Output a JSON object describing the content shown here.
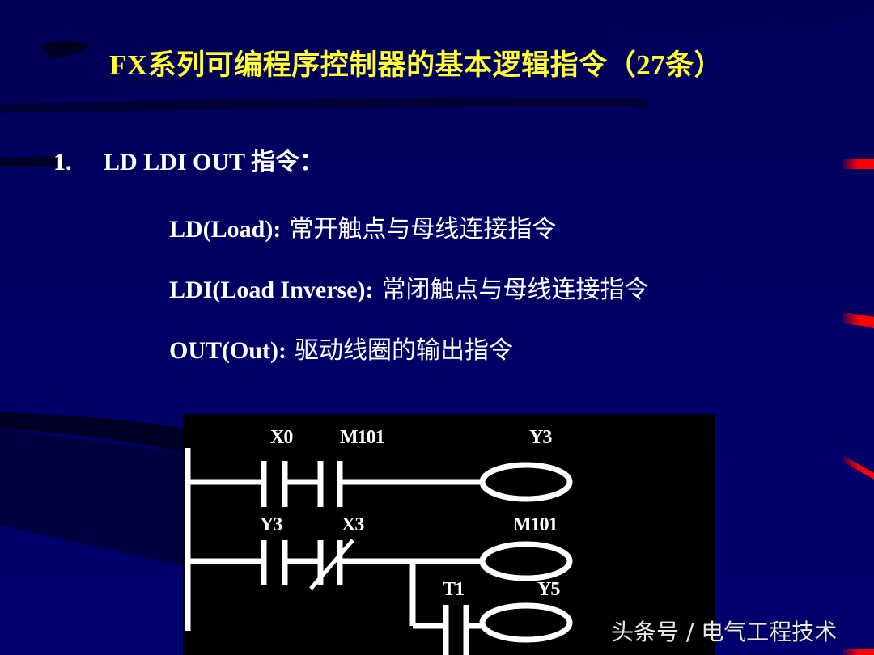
{
  "slide": {
    "title": "FX系列可编程序控制器的基本逻辑指令（27条）",
    "colors": {
      "background": "#000066",
      "title": "#ffff33",
      "text": "#ffffff",
      "accent_red": "#ff0000",
      "diagram_bg": "#000000"
    }
  },
  "section": {
    "number": "1.",
    "heading": "LD  LDI  OUT 指令："
  },
  "definitions": [
    {
      "term": "LD(Load):",
      "desc": "常开触点与母线连接指令"
    },
    {
      "term": "LDI(Load Inverse):",
      "desc": "常闭触点与母线连接指令"
    },
    {
      "term": "OUT(Out):",
      "desc": "驱动线圈的输出指令"
    }
  ],
  "ladder_diagram": {
    "rungs": [
      {
        "contacts": [
          {
            "label": "X0",
            "type": "NO"
          },
          {
            "label": "M101",
            "type": "NO"
          }
        ],
        "coil": "Y3"
      },
      {
        "contacts": [
          {
            "label": "Y3",
            "type": "NO"
          },
          {
            "label": "X3",
            "type": "NC"
          }
        ],
        "coil": "M101",
        "branch": {
          "contacts": [
            {
              "label": "T1",
              "type": "NO"
            }
          ],
          "coil": "Y5"
        }
      }
    ],
    "labels": {
      "r1_c1": "X0",
      "r1_c2": "M101",
      "r1_coil": "Y3",
      "r2_c1": "Y3",
      "r2_c2": "X3",
      "r2_coil": "M101",
      "br_c1": "T1",
      "br_coil": "Y5"
    }
  },
  "watermark": "头条号 / 电气工程技术"
}
